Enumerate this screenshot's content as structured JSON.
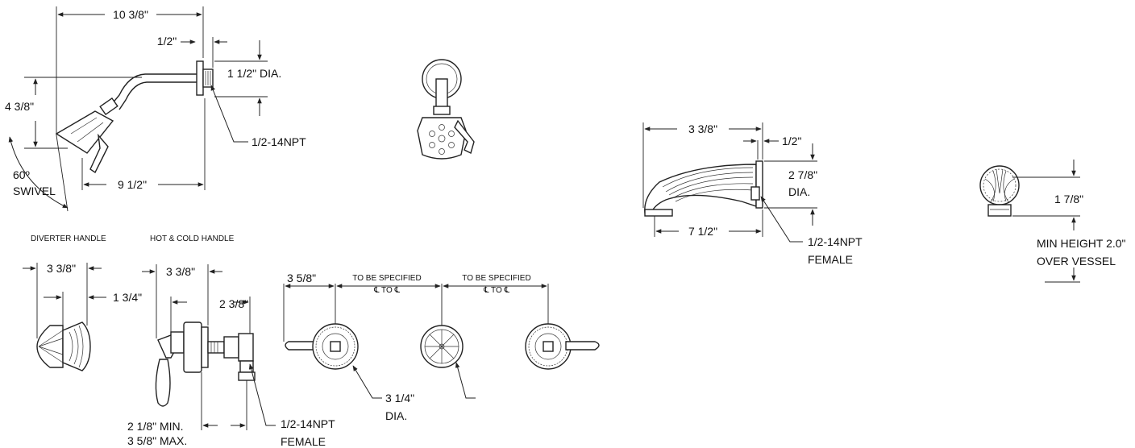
{
  "shower": {
    "overall_length": "10 3/8\"",
    "flange_offset": "1/2\"",
    "flange_dia": "1 1/2\" DIA.",
    "height": "4 3/8\"",
    "thread": "1/2-14NPT",
    "swivel_angle": "60º",
    "swivel_label": "SWIVEL",
    "reach": "9 1/2\""
  },
  "tub_spout": {
    "overall_length": "3 3/8\"",
    "flange_offset": "1/2\"",
    "dia_value": "2 7/8\"",
    "dia_label": "DIA.",
    "reach": "7 1/2\"",
    "thread": "1/2-14NPT",
    "thread_type": "FEMALE"
  },
  "vessel_handle": {
    "height": "1 7/8\"",
    "min_height_line1": "MIN HEIGHT 2.0\"",
    "min_height_line2": "OVER VESSEL"
  },
  "diverter_handle": {
    "title": "DIVERTER HANDLE",
    "overall": "3 3/8\"",
    "depth": "1 3/4\""
  },
  "hot_cold_handle": {
    "title": "HOT & COLD HANDLE",
    "overall": "3 3/8\"",
    "body": "2 3/8\"",
    "min_depth": "2 1/8\" MIN.",
    "max_depth": "3 5/8\" MAX.",
    "thread": "1/2-14NPT",
    "thread_type": "FEMALE"
  },
  "front_view": {
    "offset": "3 5/8\"",
    "spec_label_1": "TO BE SPECIFIED",
    "spec_cl_1": "℄ TO ℄",
    "spec_label_2": "TO BE SPECIFIED",
    "spec_cl_2": "℄ TO ℄",
    "escutcheon_dia": "3 1/4\"",
    "escutcheon_dia_label": "DIA."
  }
}
